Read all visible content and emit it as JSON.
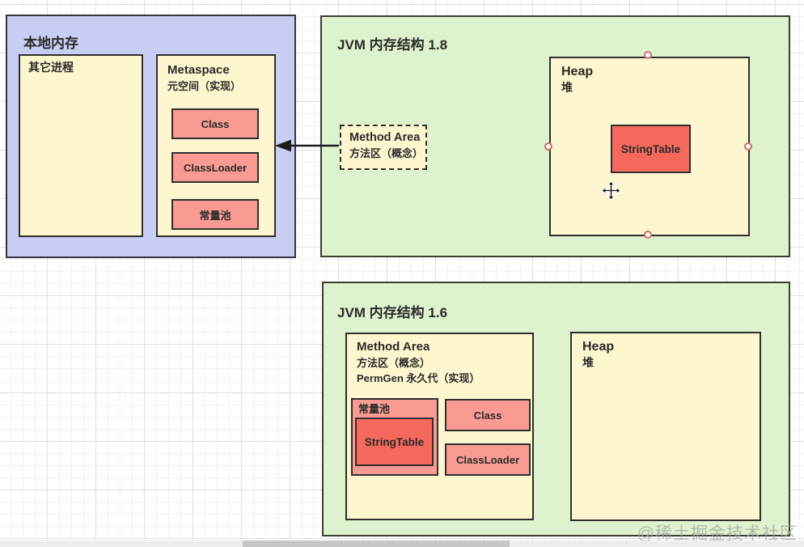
{
  "app": {
    "watermark": "@稀土掘金技术社区"
  },
  "colors": {
    "local_memory_fill": "#c9cdf3",
    "region_fill": "#fdf6cf",
    "jvm_fill": "#dff2ce",
    "block_fill": "#f99b92",
    "highlight_fill": "#f4695c",
    "border": "#2f2f2f",
    "selection_handle_ring": "#c96e6e",
    "scrollbar_thumb": "#c6c6c6"
  },
  "local_memory": {
    "title": "本地内存",
    "other_process_label": "其它进程",
    "metaspace": {
      "title": "Metaspace",
      "subtitle": "元空间（实现）",
      "blocks": [
        "Class",
        "ClassLoader",
        "常量池"
      ]
    }
  },
  "jvm18": {
    "title": "JVM 内存结构 1.8",
    "method_area": {
      "title": "Method Area",
      "subtitle": "方法区（概念）"
    },
    "heap": {
      "title": "Heap",
      "subtitle": "堆",
      "string_table_label": "StringTable"
    }
  },
  "jvm16": {
    "title": "JVM 内存结构 1.6",
    "method_area": {
      "title": "Method Area",
      "subtitle": "方法区（概念）",
      "implementation": "PermGen 永久代（实现）",
      "constant_pool_label": "常量池",
      "string_table_label": "StringTable",
      "blocks": [
        "Class",
        "ClassLoader"
      ]
    },
    "heap": {
      "title": "Heap",
      "subtitle": "堆"
    }
  }
}
